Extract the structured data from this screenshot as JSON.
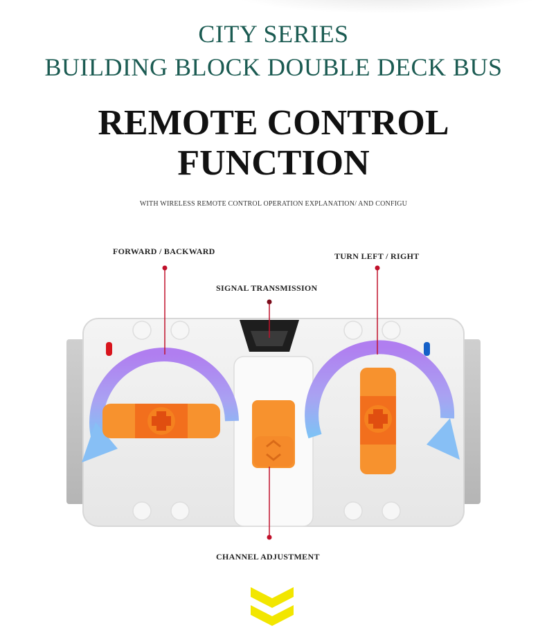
{
  "header": {
    "series_line1": "CITY SERIES",
    "series_line2": "BUILDING BLOCK DOUBLE DECK BUS",
    "headline_line1": "REMOTE CONTROL",
    "headline_line2": "FUNCTION",
    "subtitle": "WITH WIRELESS REMOTE CONTROL OPERATION EXPLANATION/ AND CONFIGU"
  },
  "callouts": {
    "forward_backward": "FORWARD / BACKWARD",
    "turn_left_right": "TURN LEFT / RIGHT",
    "signal_transmission": "SIGNAL TRANSMISSION",
    "channel_adjustment": "CHANNEL ADJUSTMENT"
  },
  "colors": {
    "series_text": "#1b5b52",
    "headline_text": "#111111",
    "callout_line": "#c0102a",
    "lever_orange": "#f7922e",
    "arrow_gradient_top": "#b07ef0",
    "arrow_gradient_bottom": "#7ec2f5",
    "chevron_yellow": "#f2e600",
    "left_led": "#d8141c",
    "right_led": "#1560c8"
  },
  "icons": {
    "rotate_arrow_left": "rotate-arrow-icon",
    "rotate_arrow_right": "rotate-arrow-icon",
    "scroll_down": "double-chevron-down-icon"
  }
}
